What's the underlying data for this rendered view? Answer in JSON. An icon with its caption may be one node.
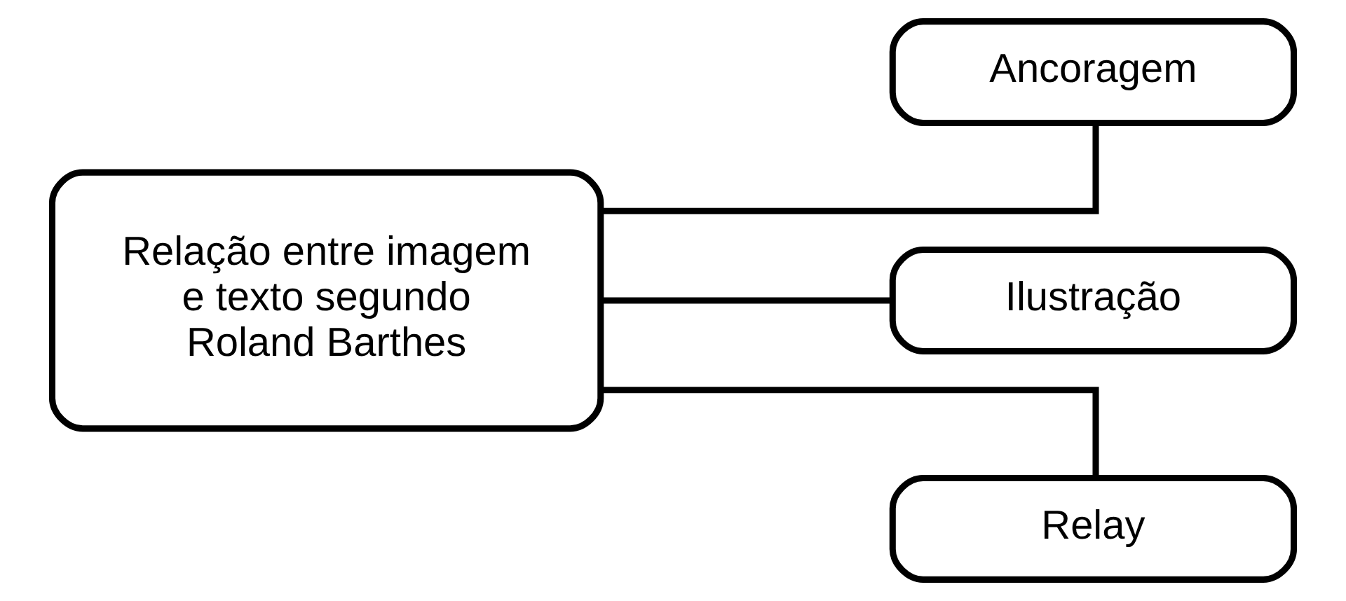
{
  "diagram": {
    "nodes": [
      {
        "text": [
          "Relação entre imagem e texto segundo Roland Barthes"
        ]
      },
      {
        "text": [
          "Ancoragem"
        ]
      },
      {
        "text": [
          "Ilustração"
        ]
      },
      {
        "text": [
          "Relay"
        ]
      }
    ],
    "edges": [
      {
        "from": 0,
        "to": 1,
        "arrow": "none"
      },
      {
        "from": 0,
        "to": 2,
        "arrow": "none"
      },
      {
        "from": 0,
        "to": 3,
        "arrow": "none"
      }
    ]
  }
}
